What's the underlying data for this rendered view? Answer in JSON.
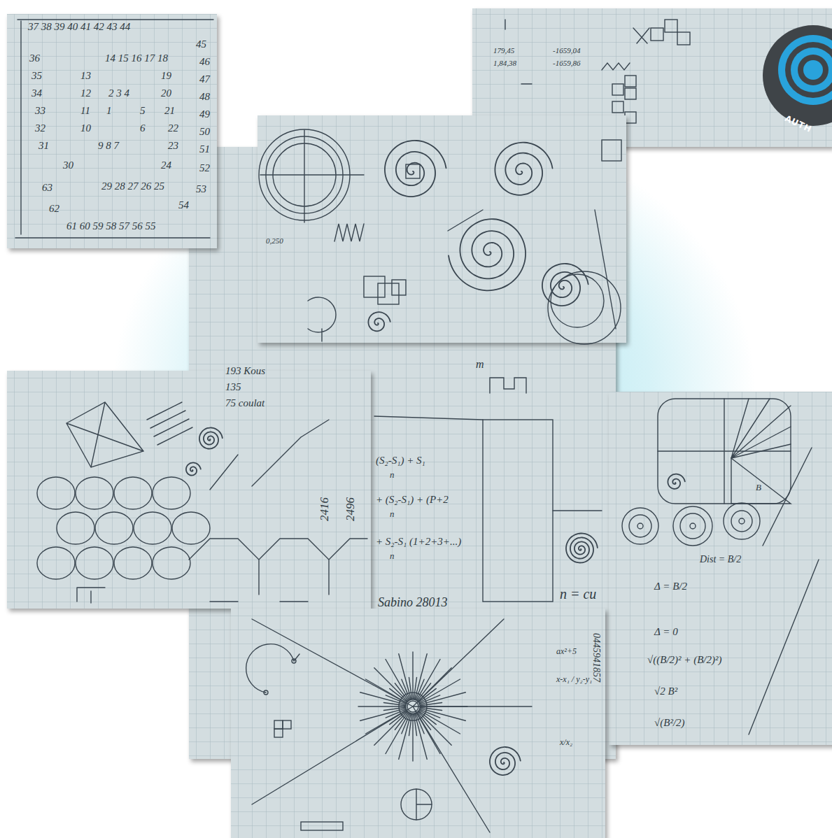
{
  "diagram": {
    "labels": [
      "37 38 39 40 41 42 43 44",
      "45",
      "36",
      "14 15 16 17 18",
      "46",
      "35",
      "13",
      "19",
      "47",
      "34",
      "12",
      "2 3 4",
      "20",
      "48",
      "33",
      "11",
      "1",
      "5",
      "21",
      "49",
      "32",
      "10",
      "6",
      "22",
      "50",
      "31",
      "9 8 7",
      "23",
      "51",
      "30",
      "24",
      "52",
      "63",
      "29 28 27 26 25",
      "53",
      "62",
      "54",
      "61 60 59 58 57 56 55",
      "179,45",
      "1,84,38",
      "-1659,04",
      "-1659,86",
      "0,250",
      "193 Kous",
      "135",
      "75 coulat",
      "2416",
      "2496",
      "m",
      "(S₂-S₁) + S₁",
      "n",
      "+ (S₂-S₁) + (P+2",
      "n",
      "+ S₂-S₁ (1+2+3+...)",
      "n",
      "Sabino 28013",
      "n = cu",
      "Dist = B/2",
      "Δ = B/2",
      "Δ = 0",
      "√((B/2)² + (B/2)²)",
      "√2 B²",
      "√(B²/2)",
      "B",
      "ax²+5",
      "x-x₁ / y₂-y₁",
      "x/x₂",
      "0445941857",
      "AUTH"
    ]
  }
}
